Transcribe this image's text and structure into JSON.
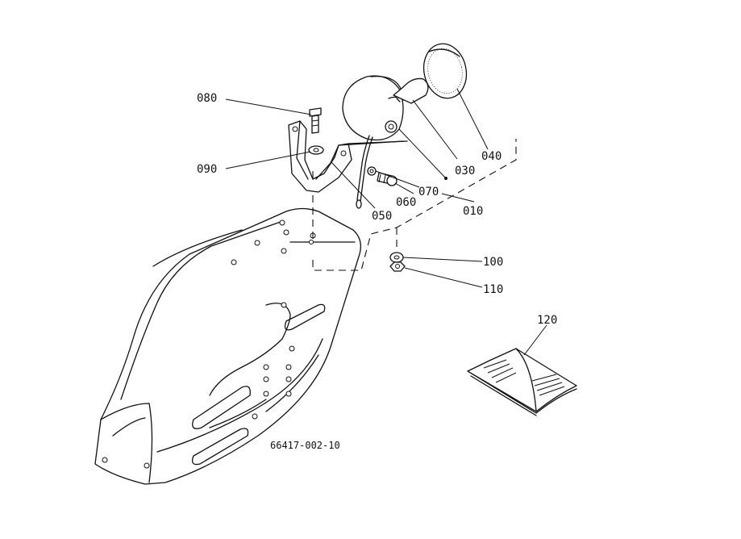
{
  "labels": {
    "p010": "010",
    "p030": "030",
    "p040": "040",
    "p050": "050",
    "p060": "060",
    "p070": "070",
    "p080": "080",
    "p090": "090",
    "p100": "100",
    "p110": "110",
    "p120": "120"
  },
  "reference": "66417-002-10"
}
